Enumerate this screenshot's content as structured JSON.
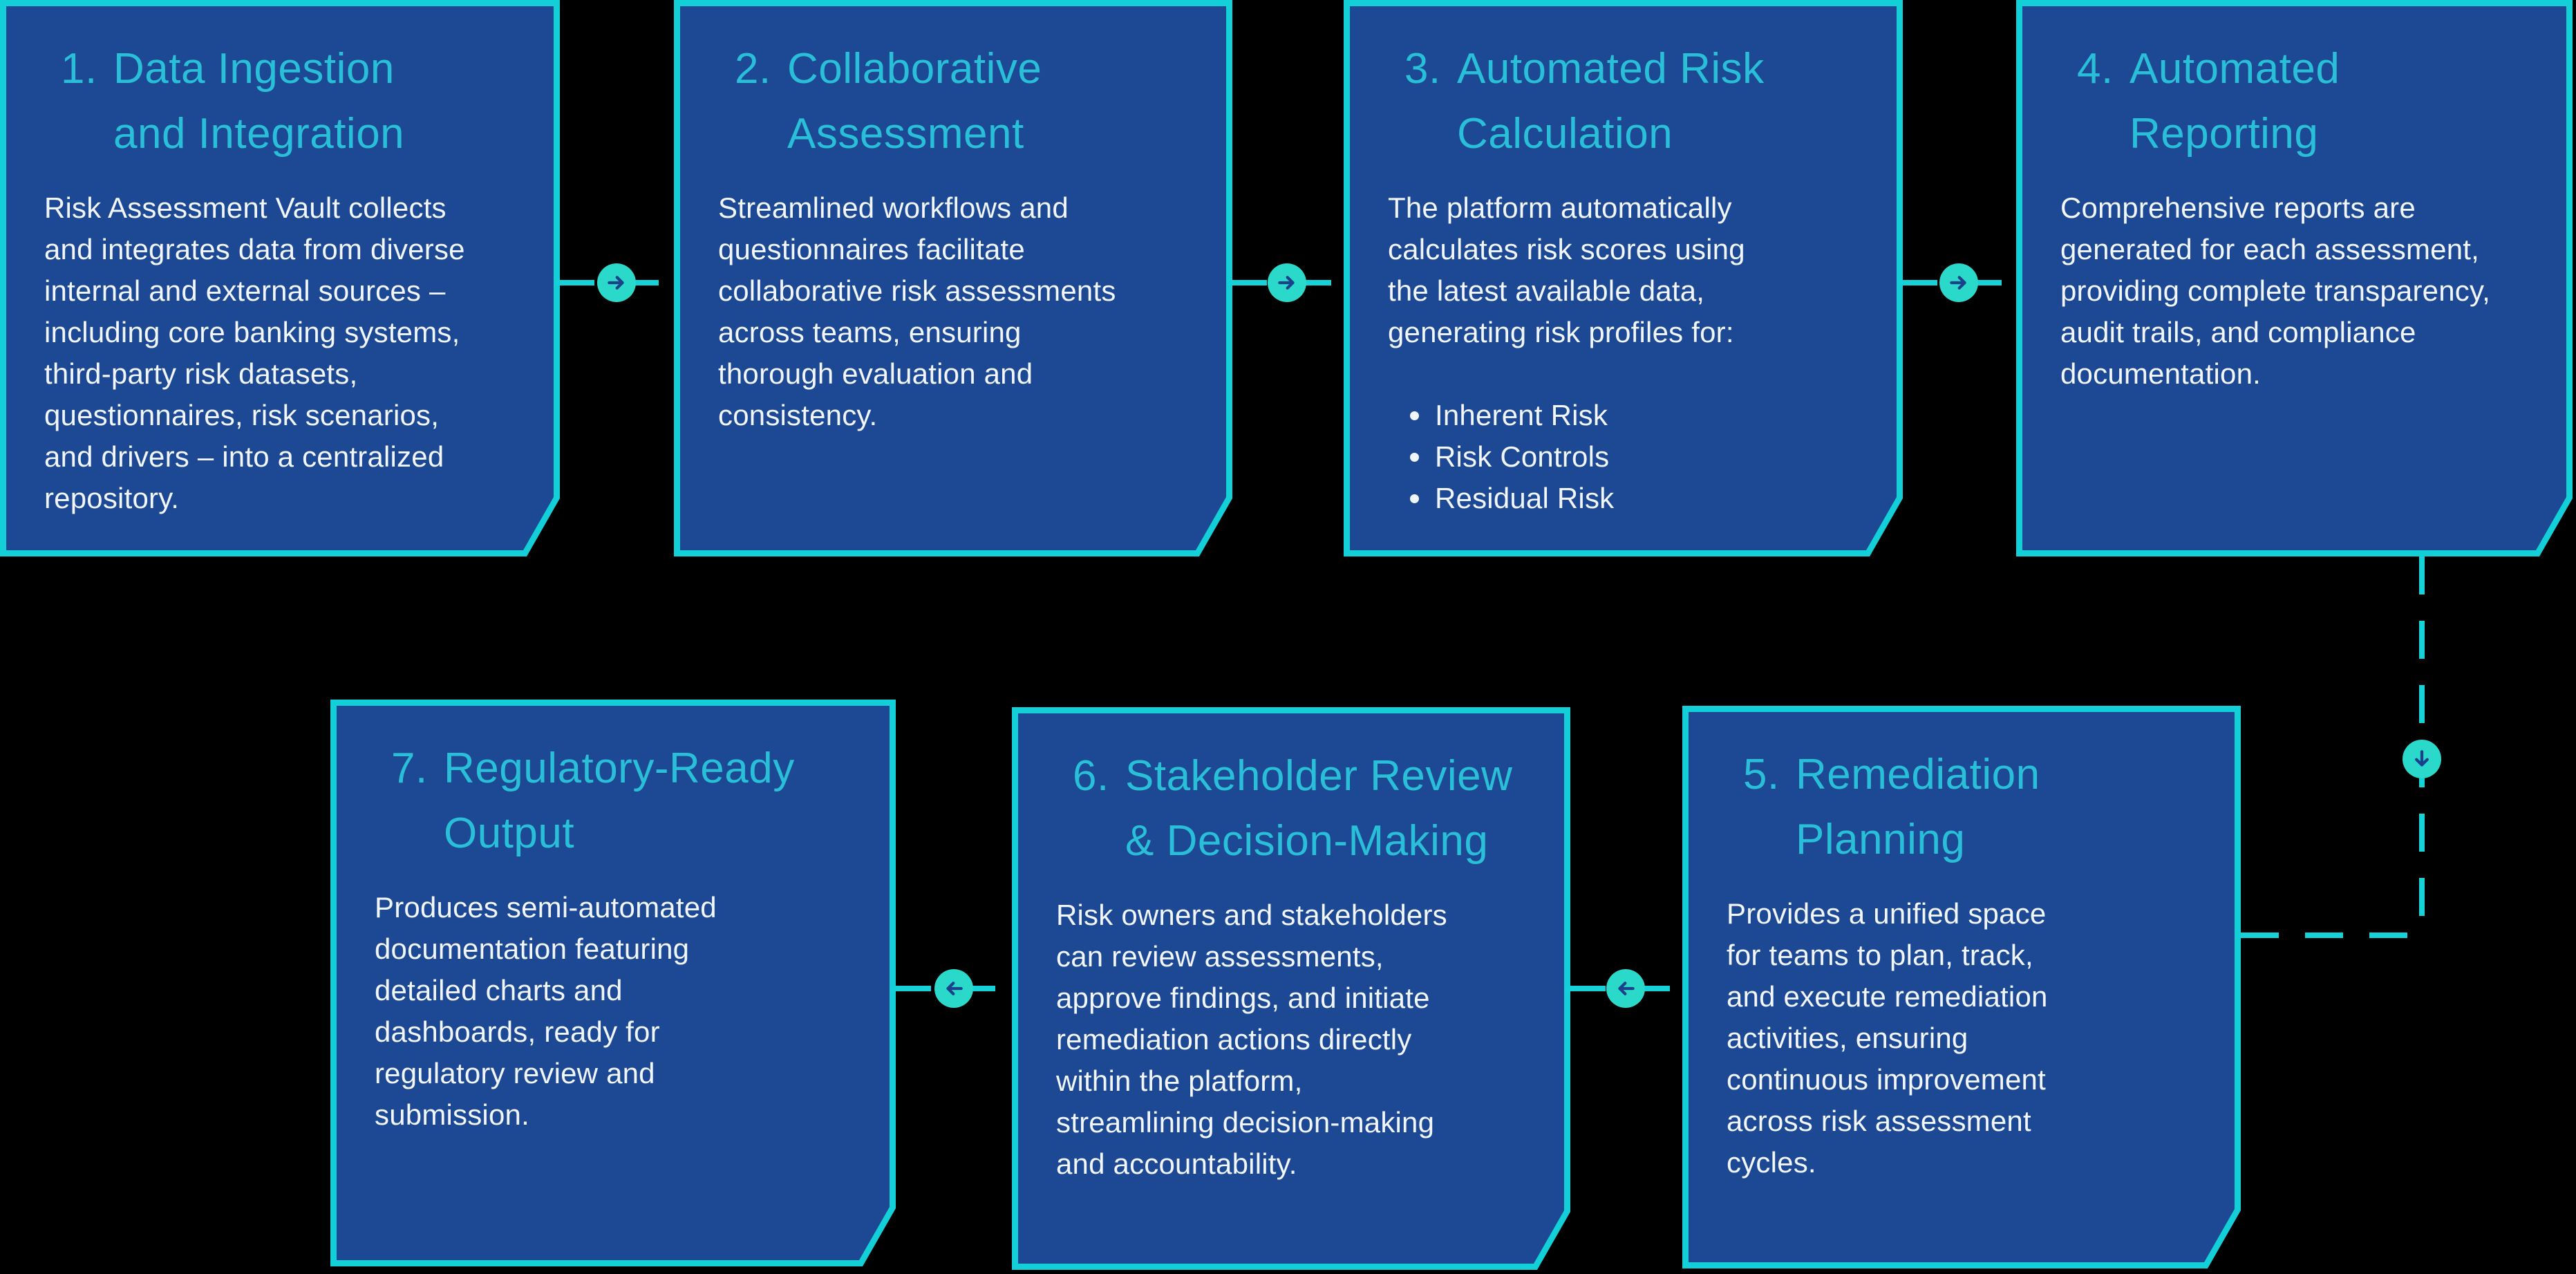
{
  "colors": {
    "page_bg": "#000000",
    "card_fill": "#1C4894",
    "card_border": "#12CFD8",
    "heading": "#2ABFD8",
    "body_text": "#F1F6FC",
    "connector": "#15D2D8",
    "circle_fill": "#2BD9CB",
    "arrow_glyph": "#1A4189"
  },
  "cards": [
    {
      "number": "1.",
      "title": "Data Ingestion\nand Integration",
      "body": "Risk Assessment Vault collects\nand integrates data from diverse\ninternal and external sources –\nincluding core banking systems,\nthird-party risk datasets,\nquestionnaires, risk scenarios,\nand drivers – into a centralized\nrepository."
    },
    {
      "number": "2.",
      "title": "Collaborative\nAssessment",
      "body": "Streamlined workflows and\nquestionnaires facilitate\ncollaborative risk assessments\nacross teams, ensuring\nthorough evaluation and\nconsistency."
    },
    {
      "number": "3.",
      "title": "Automated Risk\nCalculation",
      "body": "The platform automatically\ncalculates risk scores using\nthe latest available data,\ngenerating risk profiles for:",
      "bullets": [
        "Inherent Risk",
        "Risk Controls",
        "Residual Risk"
      ]
    },
    {
      "number": "4.",
      "title": "Automated\nReporting",
      "body": "Comprehensive reports are\ngenerated for each assessment,\nproviding complete transparency,\naudit trails, and compliance\ndocumentation."
    },
    {
      "number": "5.",
      "title": "Remediation\nPlanning",
      "body": "Provides a unified space\nfor teams to plan, track,\nand execute remediation\nactivities, ensuring\ncontinuous improvement\nacross risk assessment\ncycles."
    },
    {
      "number": "6.",
      "title": "Stakeholder Review\n& Decision-Making",
      "body": "Risk owners and stakeholders\ncan review assessments,\napprove findings, and initiate\nremediation actions directly\nwithin the platform,\nstreamlining decision-making\nand accountability."
    },
    {
      "number": "7.",
      "title": "Regulatory-Ready\nOutput",
      "body": "Produces semi-automated\ndocumentation featuring\ndetailed charts and\ndashboards, ready for\nregulatory review and\nsubmission."
    }
  ],
  "connectors": [
    {
      "between": "card-1-and-card-2",
      "icon": "arrow-right-icon"
    },
    {
      "between": "card-2-and-card-3",
      "icon": "arrow-right-icon"
    },
    {
      "between": "card-3-and-card-4",
      "icon": "arrow-right-icon"
    },
    {
      "between": "card-4-and-card-5",
      "icon": "arrow-down-icon"
    },
    {
      "between": "card-5-and-card-6",
      "icon": "arrow-left-icon"
    },
    {
      "between": "card-6-and-card-7",
      "icon": "arrow-left-icon"
    }
  ]
}
